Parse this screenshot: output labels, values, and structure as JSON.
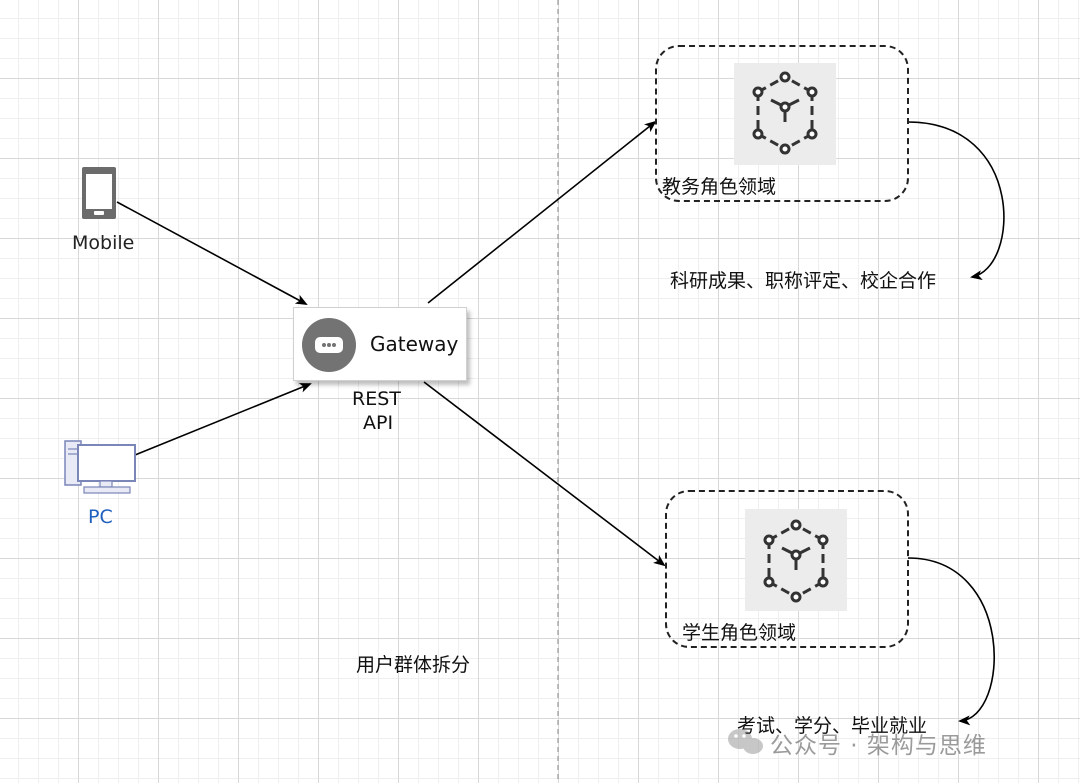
{
  "clients": {
    "mobile_label": "Mobile",
    "pc_label": "PC"
  },
  "gateway": {
    "label": "Gateway",
    "api_label_line1": "REST",
    "api_label_line2": "API"
  },
  "domains": {
    "teaching": {
      "label": "教务角色领域",
      "description": "科研成果、职称评定、校企合作"
    },
    "student": {
      "label": "学生角色领域",
      "description": "考试、学分、毕业就业"
    }
  },
  "caption": "用户群体拆分",
  "watermark": "公众号 · 架构与思维",
  "colors": {
    "pc_label": "#1f5fbf",
    "device_outline": "#6b6b6b",
    "pc_outline": "#7a85b8",
    "gateway_icon": "#737373",
    "cube": "#333333"
  },
  "icons": {
    "mobile": "mobile-phone-icon",
    "pc": "desktop-computer-icon",
    "gateway": "gateway-dots-icon",
    "domain": "cube-icon"
  }
}
